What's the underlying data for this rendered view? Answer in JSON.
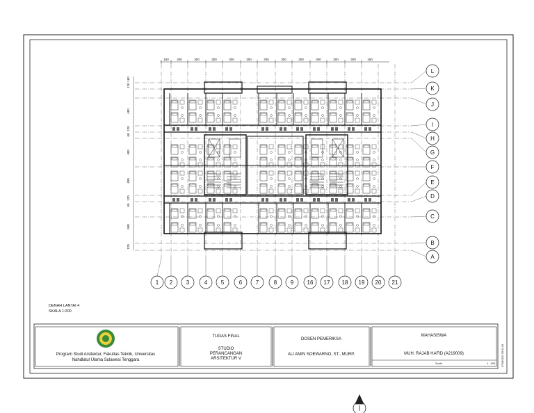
{
  "drawing": {
    "dimensions_top": [
      "150",
      "300",
      "300",
      "300",
      "300",
      "300",
      "300",
      "300",
      "300",
      "300",
      "300",
      "300",
      "150"
    ],
    "dimensions_left": [
      "160",
      "120",
      "480",
      "120",
      "60",
      "480",
      "480",
      "120",
      "60",
      "580",
      "120"
    ],
    "grid_columns": [
      "1",
      "2",
      "3",
      "4",
      "5",
      "6",
      "7",
      "8",
      "9",
      "16",
      "17",
      "18",
      "19",
      "20",
      "21"
    ],
    "grid_rows": [
      "L",
      "K",
      "J",
      "I",
      "H",
      "G",
      "F",
      "E",
      "D",
      "C",
      "B",
      "A"
    ],
    "plan_title": "DENAH LANTAI 4",
    "plan_scale": "SKALA 1:200"
  },
  "title_block": {
    "institution_line1": "Program Studi Arsitektur, Fakultas Teknik, Universitas",
    "institution_line2": "Nahdlatul Ulama Sulawesi Tenggara",
    "assignment_title": "TUGAS FINAL",
    "course_line1": "STUDIO",
    "course_line2": "PERANCANGAN",
    "course_line3": "ARSITEKTUR V",
    "supervisor_header": "DOSEN PEMERIKSA",
    "supervisor_name": "ALI AMIN SOEWARNO, ST., MURP.",
    "student_header": "MAHASISWA",
    "student_name": "MUH. RAJAB HAFID (A219009)",
    "scale_label": "Scale",
    "scale_value": "1 : 200",
    "side_stamp": "07/08/2022 09:51:18"
  },
  "colors": {
    "line": "#222222",
    "logo_green": "#3a8a3a",
    "logo_yellow": "#e8d23a"
  },
  "icons": {
    "north_arrow": "north-arrow-icon"
  }
}
